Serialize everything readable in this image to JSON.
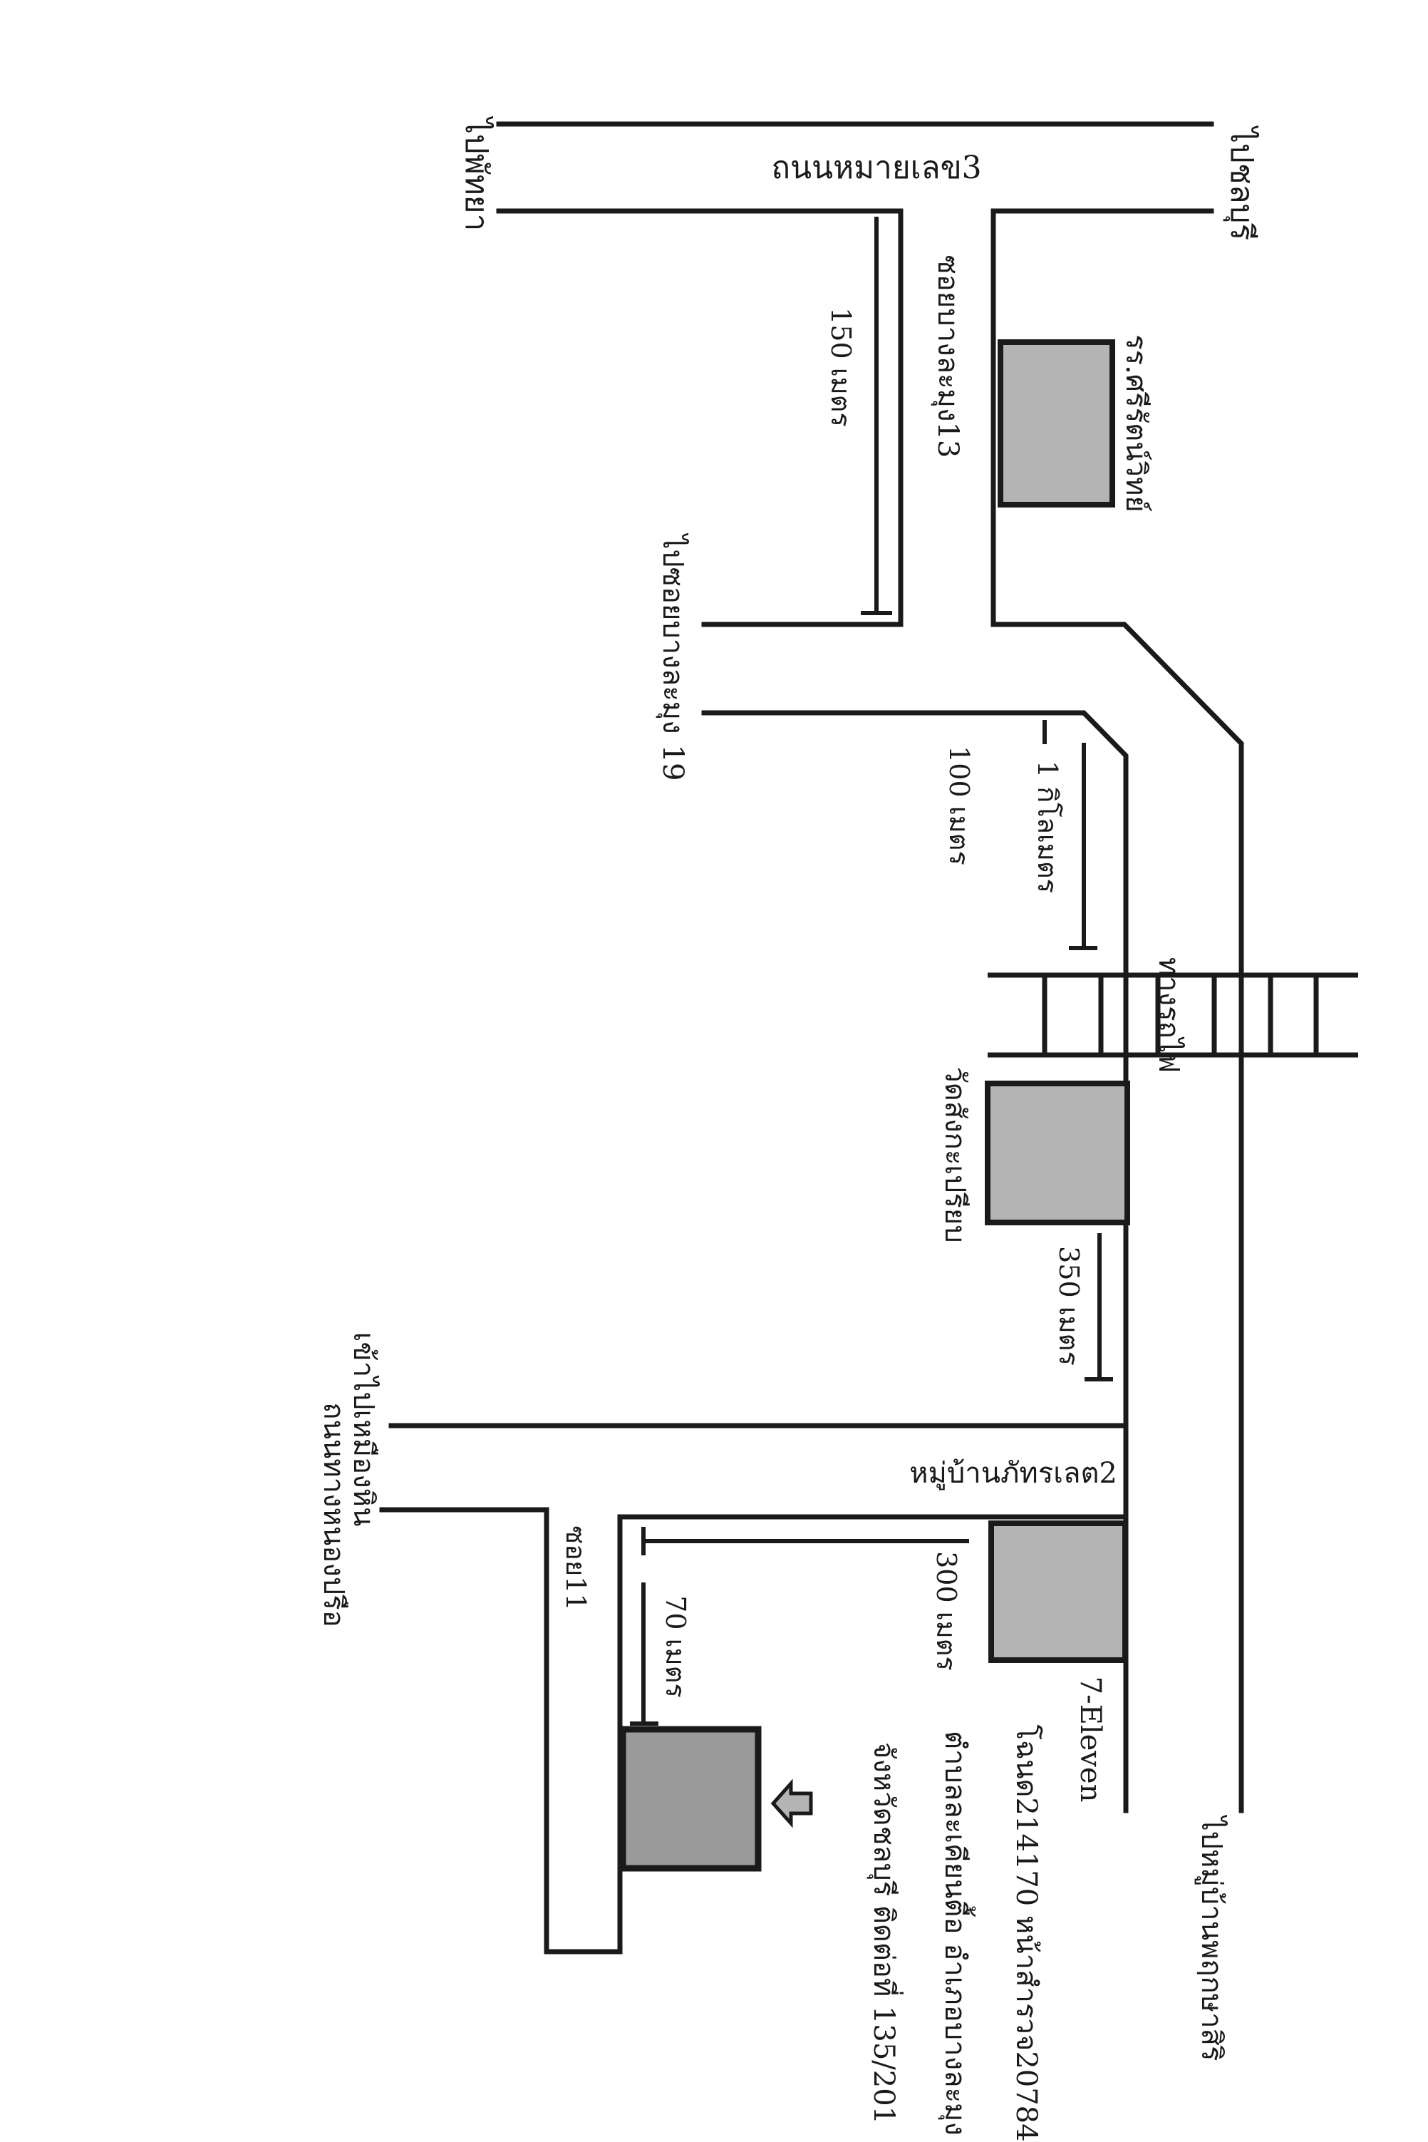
{
  "title": "",
  "colors": {
    "line": "#1a1a1a",
    "landmark_fill": "#b4b4b4",
    "destination_fill": "#9a9a9a",
    "background": "#ffffff"
  },
  "labels": {
    "highway": "ถนนหมายเลข3",
    "to_pattaya": "ไปพัทยา",
    "to_chonburi": "ไปชลบุรี",
    "soi_bang_lamung_13": "ซอยบางละมุง13",
    "dist_150": "150 เมตร",
    "school": "รร.ศรีรัตน์วิทย์",
    "to_soi_bang_lamung_19_a": "ไปซอยบางละมุง",
    "to_soi_bang_lamung_19_b": "19",
    "dist_100": "100 เมตร",
    "dist_1km": "1 กิโลเมตร",
    "railway": "ทางรถไฟ",
    "temple": "วัดสังกะเปรียบ",
    "dist_350": "350 เมตร",
    "to_nong_prue_a": "เข้าไปเหมืองหิน",
    "to_nong_prue_b": "ถนนทางหนองปรือ",
    "village": "หมู่บ้านภัทรเลต2",
    "soi_11": "ซอย11",
    "dist_300": "300 เมตร",
    "dist_70": "70 เมตร",
    "seven_eleven": "7-Eleven",
    "to_village_right": "ไปหมู่บ้านพฤกษาสิริ",
    "address_line1": "จังหวัดชลบุรี ติดต่อที่ 135/201",
    "address_line2": "ตำบลละเคียนตื้อ อำเภอบางละมุง",
    "address_line3": "โฉนด214170 หน้าสำรวจ20784"
  },
  "icons": {
    "arrow": "arrow-left-icon"
  }
}
